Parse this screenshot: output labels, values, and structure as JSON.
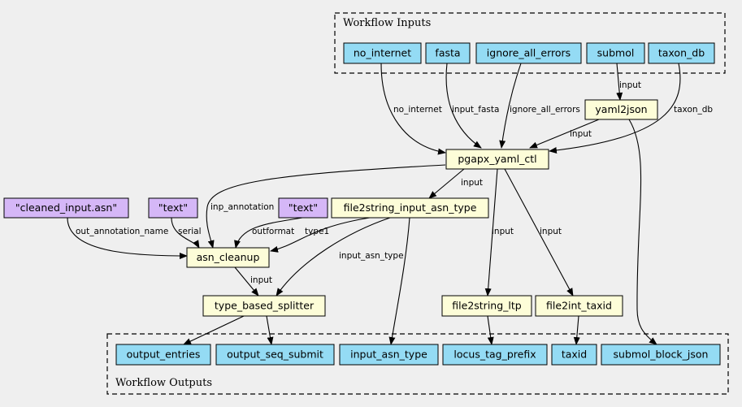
{
  "colors": {
    "background": "#efefef",
    "input_output": "#94dbf4",
    "step": "#fdfdd8",
    "constant": "#d5b7f7"
  },
  "clusters": {
    "inputs": {
      "label": "Workflow Inputs"
    },
    "outputs": {
      "label": "Workflow Outputs"
    }
  },
  "nodes": {
    "no_internet_in": "no_internet",
    "fasta_in": "fasta",
    "ignore_all_errors_in": "ignore_all_errors",
    "submol_in": "submol",
    "taxon_db_in": "taxon_db",
    "yaml2json": "yaml2json",
    "pgapx_yaml_ctl": "pgapx_yaml_ctl",
    "cleaned_input": "\"cleaned_input.asn\"",
    "text1": "\"text\"",
    "text2": "\"text\"",
    "file2string_input_asn_type": "file2string_input_asn_type",
    "asn_cleanup": "asn_cleanup",
    "type_based_splitter": "type_based_splitter",
    "file2string_ltp": "file2string_ltp",
    "file2int_taxid": "file2int_taxid",
    "output_entries": "output_entries",
    "output_seq_submit": "output_seq_submit",
    "input_asn_type_out": "input_asn_type",
    "locus_tag_prefix": "locus_tag_prefix",
    "taxid": "taxid",
    "submol_block_json": "submol_block_json"
  },
  "edge_labels": {
    "submol_yaml": "input",
    "no_internet": "no_internet",
    "input_fasta": "input_fasta",
    "ignore_all_errors": "ignore_all_errors",
    "yaml_pgapx": "input",
    "taxon_db": "taxon_db",
    "pgapx_f2s": "input",
    "inp_annotation": "inp_annotation",
    "out_annotation_name": "out_annotation_name",
    "serial": "serial",
    "outformat": "outformat",
    "type1": "type1",
    "input_asn_type": "input_asn_type",
    "pgapx_ltp": "input",
    "pgapx_taxid": "input",
    "cleanup_splitter": "input"
  }
}
